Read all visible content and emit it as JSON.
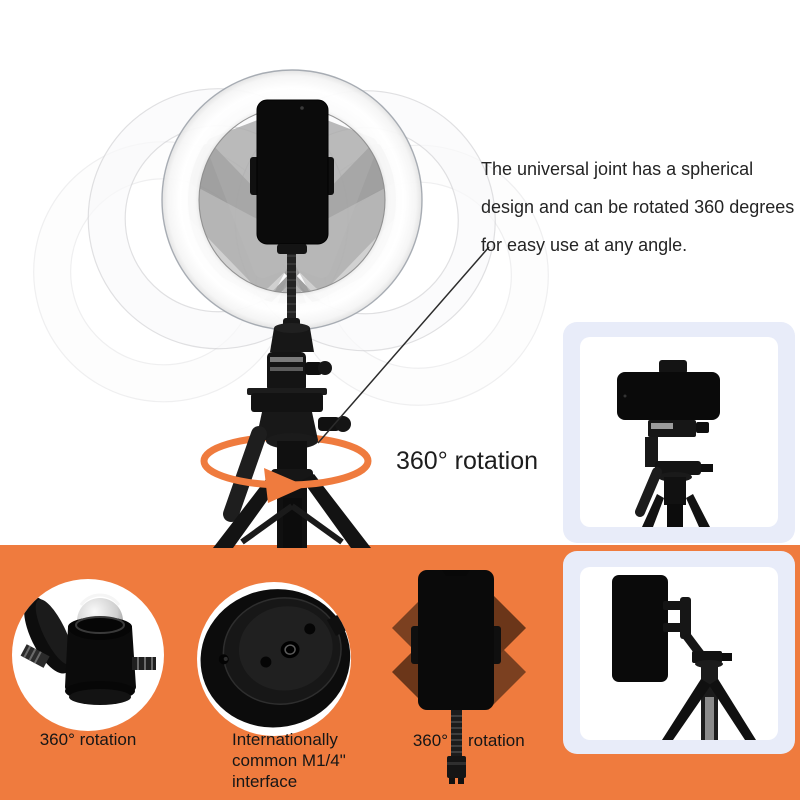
{
  "theme": {
    "accent_orange": "#EF7B3E",
    "card_lavender": "#E8ECF9",
    "photo_white": "#FFFFFF",
    "text_dark": "#212121",
    "diamond_brown": "#6E3A1D"
  },
  "hero": {
    "description_lines": [
      "The universal joint has a spherical",
      "design and can be rotated 360 degrees",
      "for easy use at any angle."
    ],
    "rotation_label": "360° rotation",
    "illustration": "ring-light-with-phone-on-tripod"
  },
  "side_cards": [
    {
      "photo": "phone-mounted-horizontally-on-tripod-head"
    },
    {
      "photo": "phone-mounted-vertically-on-tripod"
    }
  ],
  "features": [
    {
      "photo": "ball-head-360-joint",
      "label": "360° rotation"
    },
    {
      "photo": "quarter-inch-screw-base",
      "lines": [
        "Internationally",
        "common M1/4\"",
        "interface"
      ]
    },
    {
      "photo": "phone-clip-with-gooseneck",
      "degrees": "360°",
      "word": "rotation"
    }
  ]
}
